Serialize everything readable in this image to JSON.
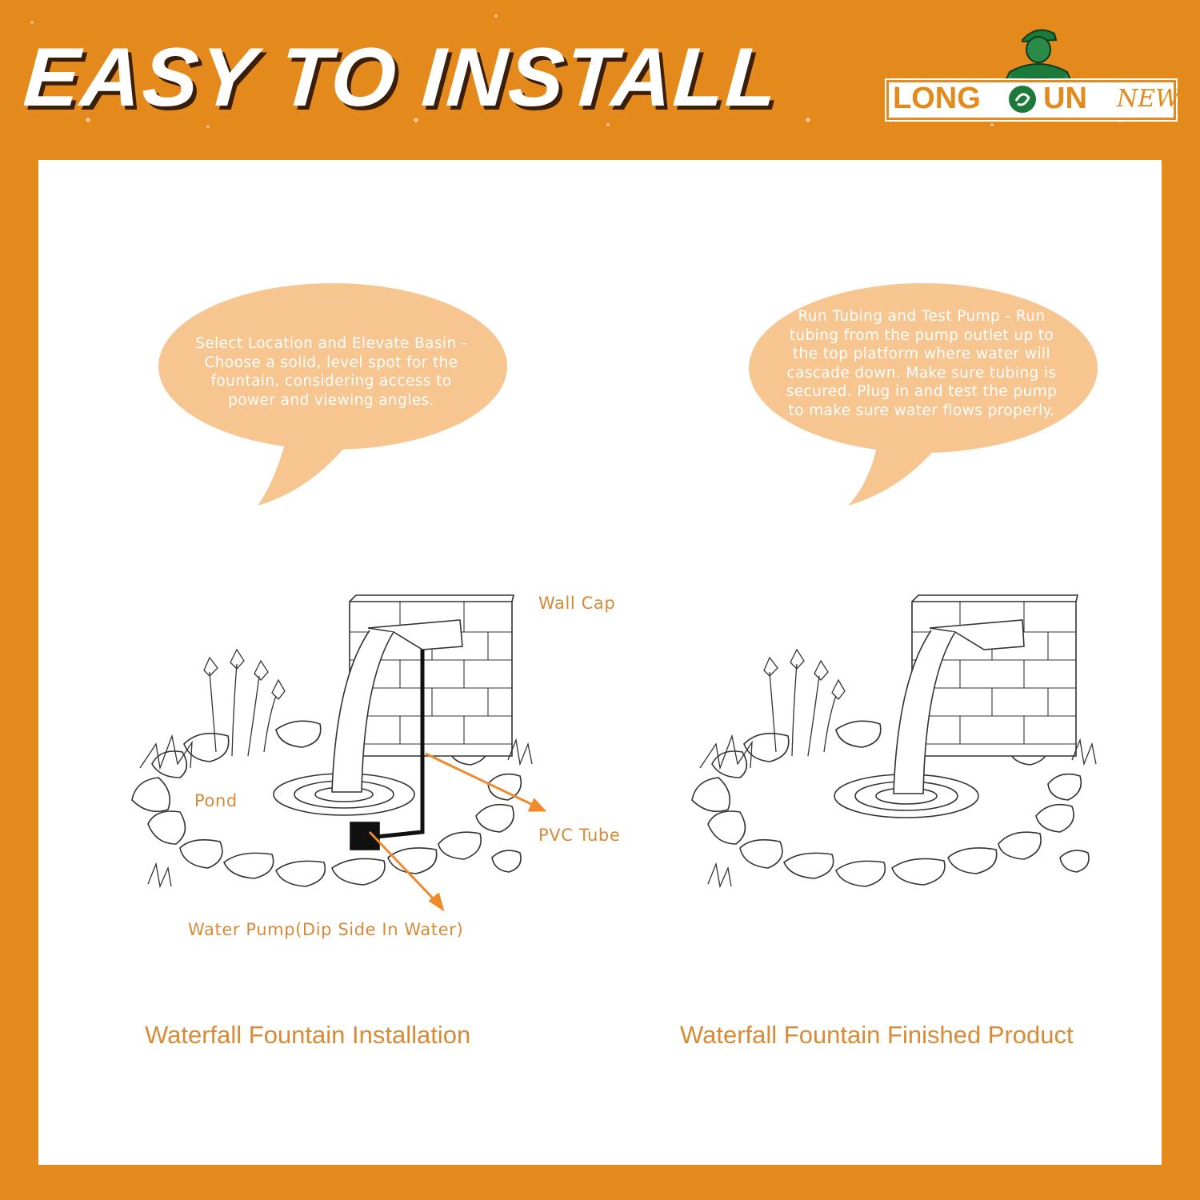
{
  "header": {
    "headline": "EASY TO INSTALL",
    "brand": {
      "left": "LONG",
      "right": "UN",
      "suffix": "NEW"
    }
  },
  "steps": [
    {
      "text": "Select Location and Elevate Basin - Choose a solid, level spot for the fountain, considering access to power and viewing angles."
    },
    {
      "text": "Run Tubing and Test Pump - Run tubing from the pump outlet up to the top platform where water will cascade down. Make sure tubing is secured. Plug in and test the pump to make sure water flows properly."
    }
  ],
  "installation": {
    "caption": "Waterfall Fountain Installation",
    "labels": {
      "wall_cap": "Wall Cap",
      "pond": "Pond",
      "pvc_tube": "PVC Tube",
      "water_pump": "Water Pump(Dip Side In Water)"
    }
  },
  "finished": {
    "caption": "Waterfall Fountain Finished Product"
  },
  "colors": {
    "accent": "#e4891b",
    "bubble": "#f7c590",
    "label": "#d88a36",
    "arrow": "#ee8a2c"
  }
}
